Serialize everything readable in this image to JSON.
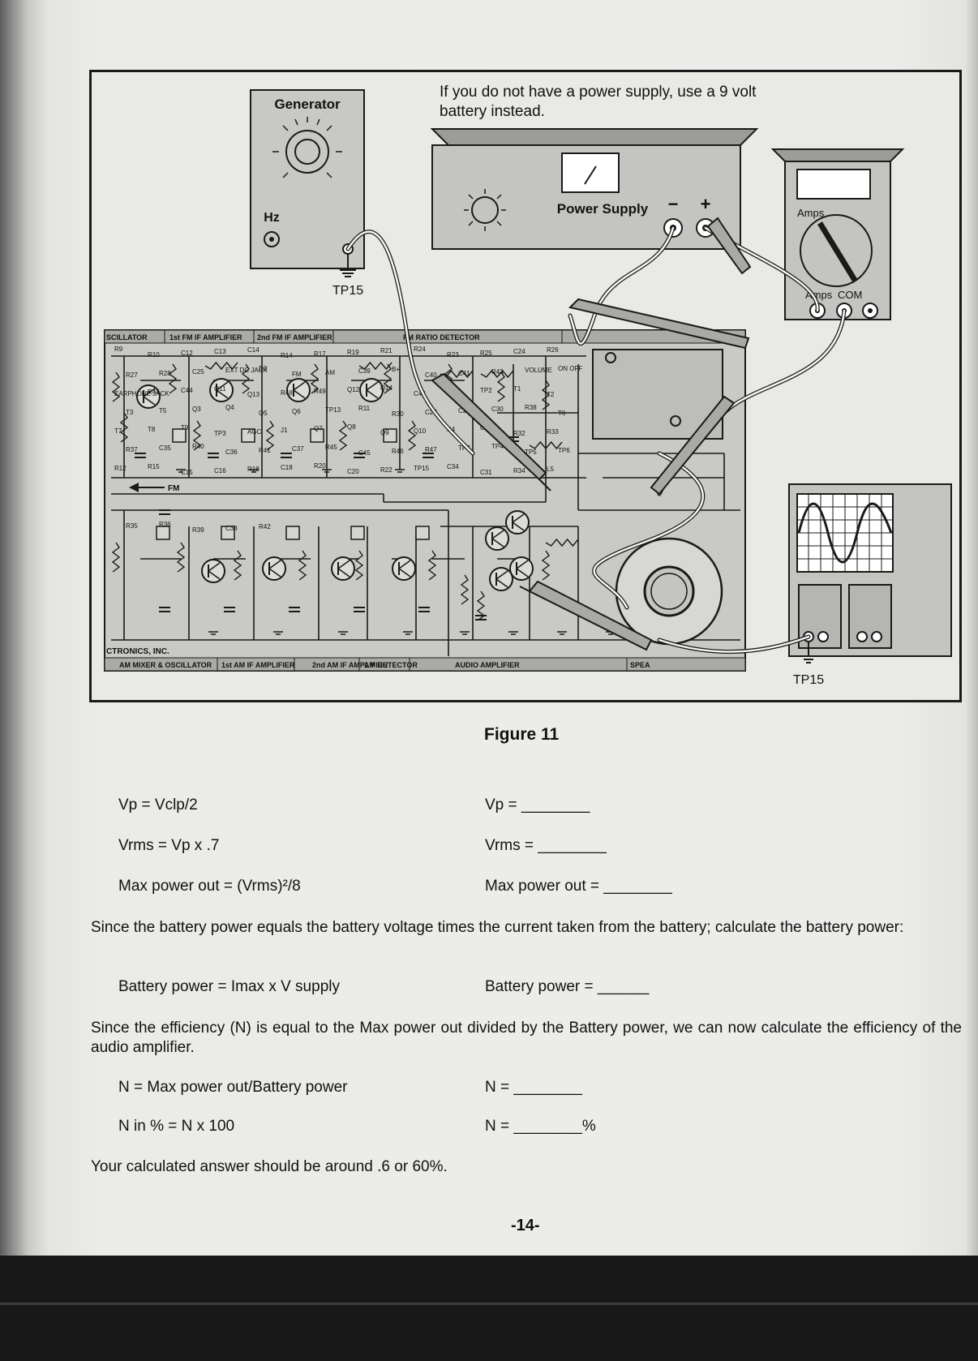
{
  "figure": {
    "note": "If you do not have a power supply, use a 9 volt battery instead.",
    "caption": "Figure 11",
    "generator": {
      "title": "Generator",
      "freq_label": "Hz",
      "tp_label": "TP15"
    },
    "power_supply": {
      "title": "Power Supply",
      "minus": "−",
      "plus": "+"
    },
    "meter": {
      "title": "Amps",
      "terminal_amps": "Amps",
      "terminal_com": "COM"
    },
    "oscilloscope": {
      "tp_label": "TP15"
    },
    "board": {
      "top_sections": [
        "SCILLATOR",
        "1st FM IF AMPLIFIER",
        "2nd FM IF AMPLIFIER",
        "FM RATIO DETECTOR"
      ],
      "bottom_sections": [
        "AM MIXER & OSCILLATOR",
        "1st AM IF AMPLIFIER",
        "2nd AM IF AMPLIFIER",
        "AM DETECTOR",
        "AUDIO AMPLIFIER",
        "SPEA"
      ],
      "brand": "CTRONICS, INC.",
      "fm_arrow": "FM",
      "labels": [
        "R9",
        "R10",
        "C12",
        "C13",
        "C14",
        "R14",
        "R17",
        "R19",
        "R21",
        "R24",
        "R23",
        "R25",
        "C24",
        "R26",
        "R27",
        "R28",
        "C25",
        "EXT DC JACK",
        "D3",
        "FM",
        "AM",
        "C39",
        "B+",
        "C40",
        "C41",
        "R43",
        "VOLUME",
        "ON OFF",
        "EARPHONE JACK",
        "R44",
        "C44",
        "Q11",
        "Q13",
        "R48",
        "R49",
        "Q12",
        "Q14",
        "C43",
        "J2",
        "TP2",
        "T1",
        "T2",
        "T3",
        "T5",
        "Q3",
        "Q4",
        "Q5",
        "Q6",
        "TP13",
        "R11",
        "R30",
        "C27",
        "C28",
        "C30",
        "R38",
        "T6",
        "T7",
        "T8",
        "T9",
        "TP3",
        "AGC",
        "J1",
        "Q7",
        "Q8",
        "Q9",
        "Q10",
        "D4",
        "C33",
        "R32",
        "R33",
        "R37",
        "C35",
        "R40",
        "C36",
        "R41",
        "C37",
        "R45",
        "C45",
        "R46",
        "R47",
        "TP7",
        "TP4",
        "TP5",
        "TP6",
        "R12",
        "R15",
        "C15",
        "C16",
        "R18",
        "C18",
        "R20",
        "C20",
        "R22",
        "TP15",
        "C34",
        "C31",
        "R34",
        "L5",
        "R35",
        "R36",
        "R39",
        "C38",
        "R42"
      ]
    }
  },
  "formulas_left": [
    "Vp = Vclp/2",
    "Vrms = Vp x .7",
    "Max power out = (Vrms)²/8"
  ],
  "formulas_right": [
    "Vp = ________",
    "Vrms = ________",
    "Max power out = ________"
  ],
  "para_battery": "Since the battery power equals the battery voltage times the current taken from the battery; calculate the battery power:",
  "battery_left": "Battery power = Imax x V supply",
  "battery_right": "Battery power = ______",
  "para_efficiency": "Since the efficiency (N) is equal to the Max power out divided by the Battery power, we can now calculate the efficiency of the audio amplifier.",
  "eff_left_1": "N = Max power out/Battery power",
  "eff_right_1": "N = ________",
  "eff_left_2": "N in % = N x 100",
  "eff_right_2": "N = ________%",
  "answer_note": "Your calculated answer should be around .6 or 60%.",
  "page_number": "-14-"
}
